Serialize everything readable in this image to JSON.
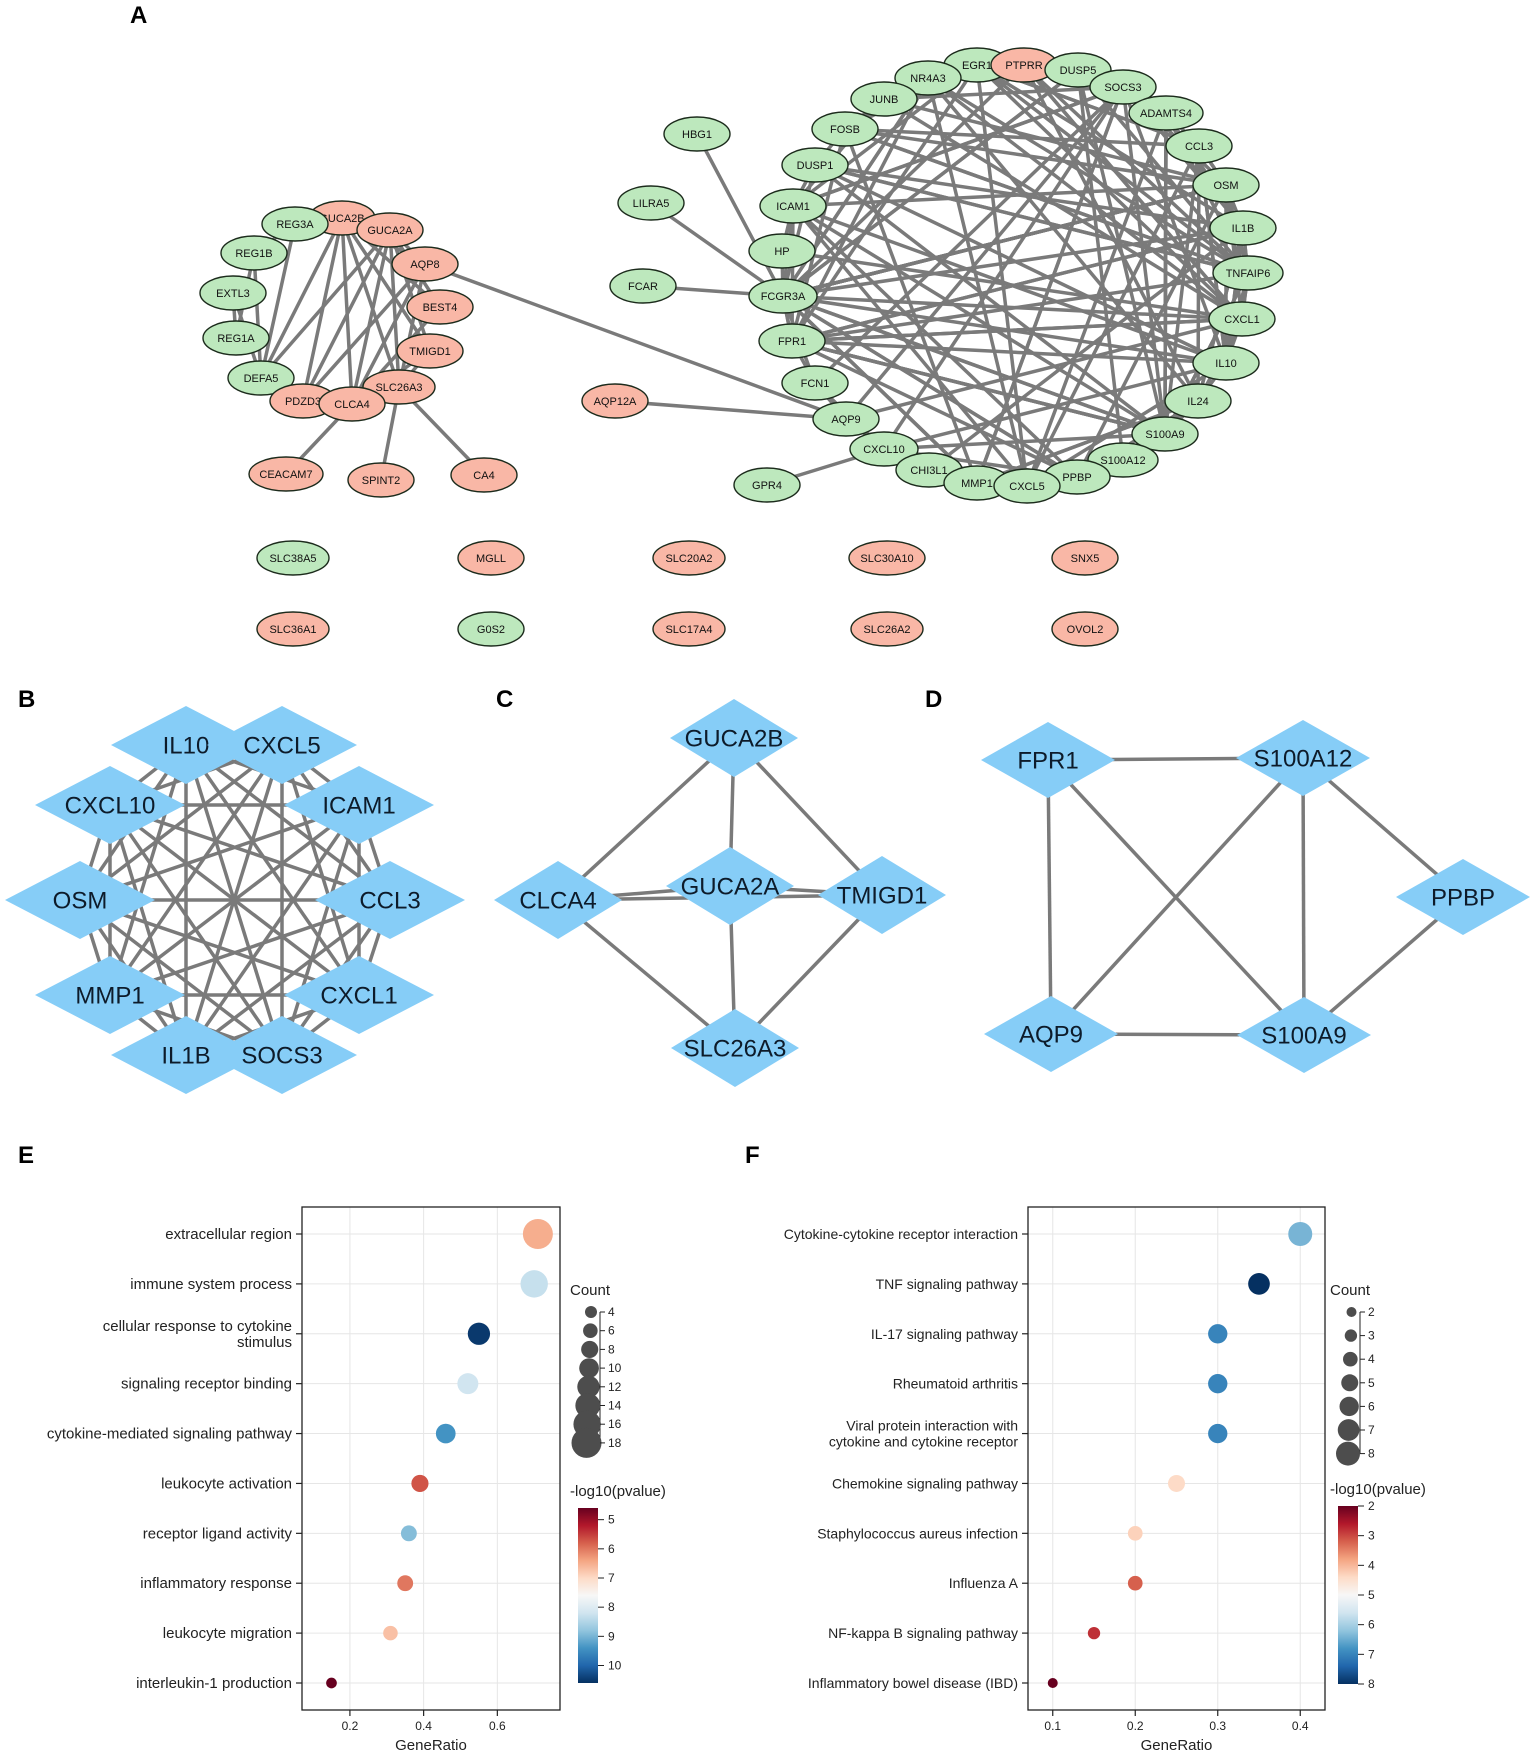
{
  "panel_letters": [
    "A",
    "B",
    "C",
    "D",
    "E",
    "F"
  ],
  "colors": {
    "up": "#f9b7a6",
    "down": "#bde8bd",
    "hub": "#86cdf7",
    "edge": "#7a7a7a",
    "node_stroke": "#1c2b1c"
  },
  "panel_a": {
    "nodes": {
      "GUCA2B": "up",
      "REG3A": "down",
      "GUCA2A": "up",
      "REG1B": "down",
      "AQP8": "up",
      "EXTL3": "down",
      "BEST4": "up",
      "REG1A": "down",
      "TMIGD1": "up",
      "DEFA5": "down",
      "SLC26A3": "up",
      "PDZD3": "up",
      "CLCA4": "up",
      "AQP12A": "up",
      "CEACAM7": "up",
      "SPINT2": "up",
      "CA4": "up",
      "HBG1": "down",
      "LILRA5": "down",
      "FCAR": "down",
      "GPR4": "down",
      "EGR1": "down",
      "PTPRR": "up",
      "NR4A3": "down",
      "DUSP5": "down",
      "SOCS3": "down",
      "JUNB": "down",
      "ADAMTS4": "down",
      "FOSB": "down",
      "CCL3": "down",
      "DUSP1": "down",
      "OSM": "down",
      "ICAM1": "down",
      "IL1B": "down",
      "HP": "down",
      "TNFAIP6": "down",
      "FCGR3A": "down",
      "CXCL1": "down",
      "FPR1": "down",
      "IL10": "down",
      "FCN1": "down",
      "IL24": "down",
      "AQP9": "down",
      "S100A9": "down",
      "CXCL10": "down",
      "S100A12": "down",
      "CHI3L1": "down",
      "PPBP": "down",
      "MMP1": "down",
      "CXCL5": "down",
      "SLC38A5": "down",
      "SLC36A1": "up",
      "MGLL": "up",
      "G0S2": "down",
      "SLC20A2": "up",
      "SLC17A4": "up",
      "SLC30A10": "up",
      "SLC26A2": "up",
      "SNX5": "up",
      "OVOL2": "up"
    },
    "pairs": [
      [
        "SLC38A5",
        "SLC36A1"
      ],
      [
        "MGLL",
        "G0S2"
      ],
      [
        "SLC20A2",
        "SLC17A4"
      ],
      [
        "SLC30A10",
        "SLC26A2"
      ],
      [
        "SNX5",
        "OVOL2"
      ]
    ]
  },
  "panel_b": {
    "nodes": [
      "IL10",
      "CXCL5",
      "CXCL10",
      "ICAM1",
      "OSM",
      "CCL3",
      "MMP1",
      "CXCL1",
      "IL1B",
      "SOCS3"
    ]
  },
  "panel_c": {
    "nodes": [
      "GUCA2B",
      "CLCA4",
      "GUCA2A",
      "TMIGD1",
      "SLC26A3"
    ],
    "edges": [
      [
        "GUCA2B",
        "CLCA4"
      ],
      [
        "GUCA2B",
        "GUCA2A"
      ],
      [
        "GUCA2B",
        "TMIGD1"
      ],
      [
        "CLCA4",
        "GUCA2A"
      ],
      [
        "CLCA4",
        "TMIGD1"
      ],
      [
        "CLCA4",
        "SLC26A3"
      ],
      [
        "GUCA2A",
        "TMIGD1"
      ],
      [
        "GUCA2A",
        "SLC26A3"
      ],
      [
        "TMIGD1",
        "SLC26A3"
      ]
    ]
  },
  "panel_d": {
    "nodes": [
      "FPR1",
      "S100A12",
      "PPBP",
      "AQP9",
      "S100A9"
    ],
    "edges": [
      [
        "FPR1",
        "S100A12"
      ],
      [
        "FPR1",
        "AQP9"
      ],
      [
        "FPR1",
        "S100A9"
      ],
      [
        "S100A12",
        "AQP9"
      ],
      [
        "S100A12",
        "S100A9"
      ],
      [
        "S100A12",
        "PPBP"
      ],
      [
        "AQP9",
        "S100A9"
      ],
      [
        "S100A9",
        "PPBP"
      ]
    ]
  },
  "chart_data": [
    {
      "type": "scatter",
      "panel": "E",
      "xlabel": "GeneRatio",
      "xticks": [
        0.2,
        0.4,
        0.6
      ],
      "xlim": [
        0.07,
        0.77
      ],
      "categories": [
        "extracellular region",
        "immune system process",
        "cellular response to cytokine stimulus",
        "signaling receptor binding",
        "cytokine-mediated signaling pathway",
        "leukocyte activation",
        "receptor ligand activity",
        "inflammatory response",
        "leukocyte migration",
        "interleukin-1 production"
      ],
      "x": [
        0.71,
        0.7,
        0.55,
        0.52,
        0.46,
        0.39,
        0.36,
        0.35,
        0.31,
        0.15
      ],
      "count": [
        18,
        16,
        12,
        11,
        10,
        8,
        7,
        7,
        6,
        3
      ],
      "neglog10p": [
        6.5,
        8.3,
        10.5,
        8.2,
        9.4,
        5.7,
        8.9,
        6.0,
        6.7,
        4.6
      ],
      "size_legend": {
        "title": "Count",
        "values": [
          4,
          6,
          8,
          10,
          12,
          14,
          16,
          18
        ]
      },
      "color_legend": {
        "title": "-log10(pvalue)",
        "ticks": [
          5,
          6,
          7,
          8,
          9,
          10
        ],
        "range": [
          4.6,
          10.6
        ]
      },
      "grid": true
    },
    {
      "type": "scatter",
      "panel": "F",
      "xlabel": "GeneRatio",
      "xticks": [
        0.1,
        0.2,
        0.3,
        0.4
      ],
      "xlim": [
        0.07,
        0.43
      ],
      "categories": [
        "Cytokine-cytokine receptor interaction",
        "TNF signaling pathway",
        "IL-17 signaling pathway",
        "Rheumatoid arthritis",
        "Viral protein interaction with cytokine and cytokine receptor",
        "Chemokine signaling pathway",
        "Staphylococcus aureus infection",
        "Influenza A",
        "NF-kappa B signaling pathway",
        "Inflammatory bowel disease (IBD)"
      ],
      "x": [
        0.4,
        0.35,
        0.3,
        0.3,
        0.3,
        0.25,
        0.2,
        0.2,
        0.15,
        0.1
      ],
      "count": [
        8,
        7,
        6,
        6,
        6,
        5,
        4,
        4,
        3,
        2
      ],
      "neglog10p": [
        6.4,
        8.1,
        7.0,
        7.0,
        7.0,
        4.4,
        4.3,
        3.2,
        2.8,
        1.9
      ],
      "size_legend": {
        "title": "Count",
        "values": [
          2,
          3,
          4,
          5,
          6,
          7,
          8
        ]
      },
      "color_legend": {
        "title": "-log10(pvalue)",
        "ticks": [
          2,
          3,
          4,
          5,
          6,
          7,
          8
        ],
        "range": [
          2,
          8
        ]
      },
      "grid": true
    }
  ]
}
